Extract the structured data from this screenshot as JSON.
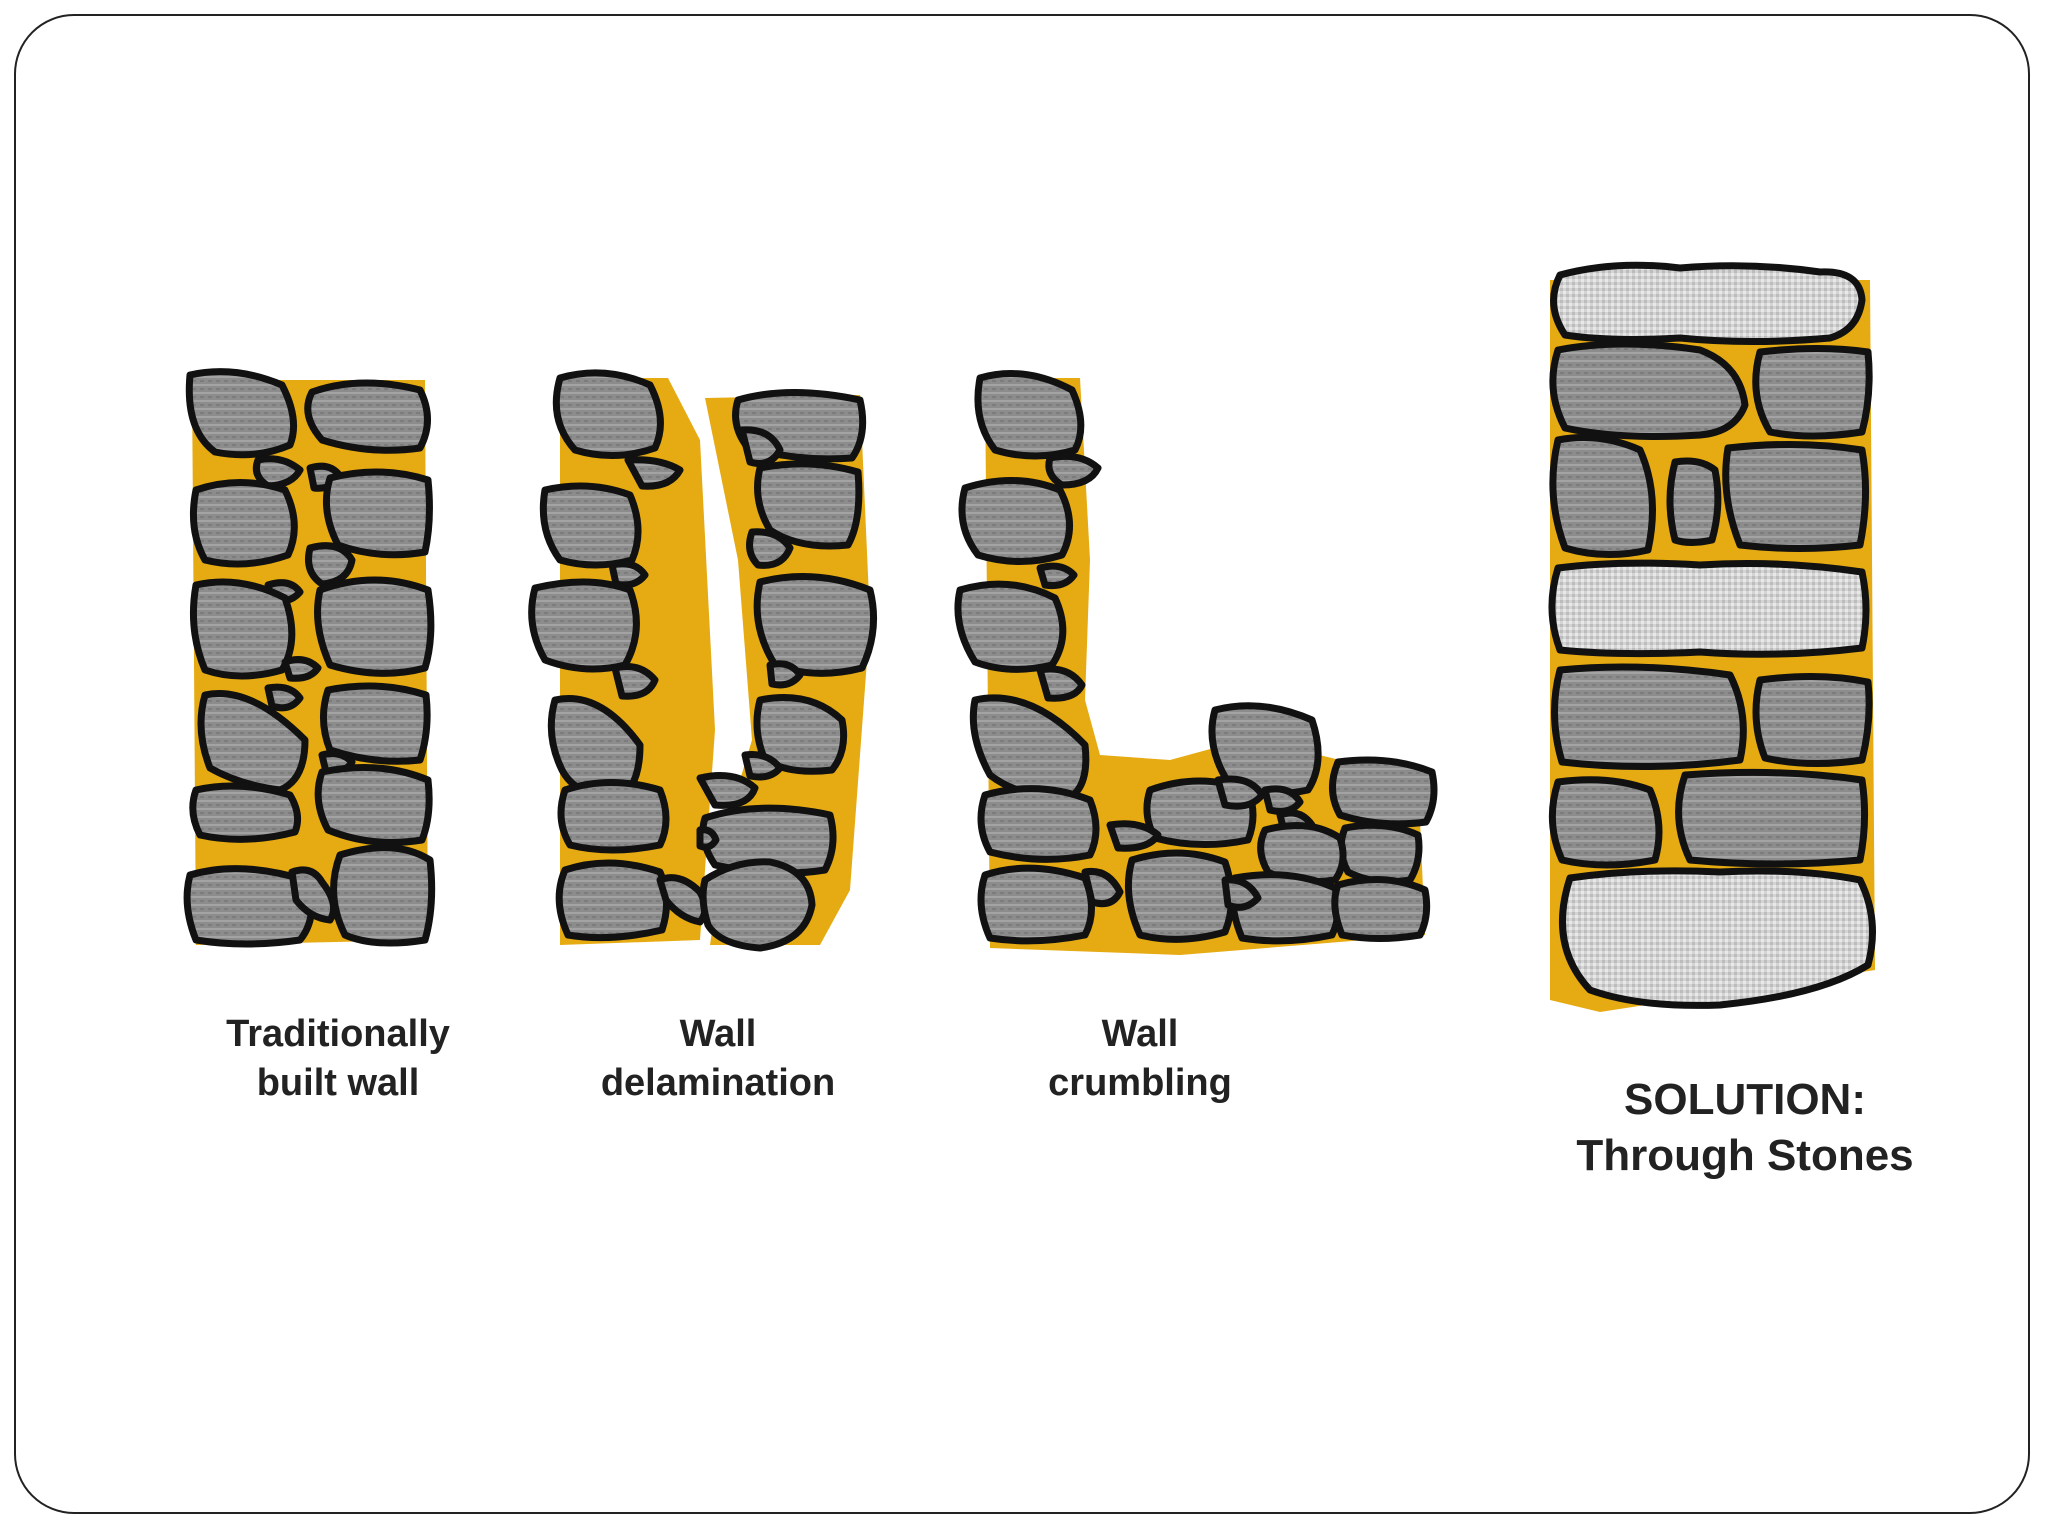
{
  "colors": {
    "mortar": "#e6aa12",
    "stone": "#8c8c8c",
    "through_stone": "#d2d2d2",
    "outline": "#111111",
    "background": "#ffffff"
  },
  "panels": [
    {
      "id": "traditional",
      "caption_lines": [
        "Traditionally",
        "built wall"
      ]
    },
    {
      "id": "delamination",
      "caption_lines": [
        "Wall",
        "delamination"
      ]
    },
    {
      "id": "crumbling",
      "caption_lines": [
        "Wall",
        "crumbling"
      ]
    },
    {
      "id": "solution",
      "caption_lines": [
        "SOLUTION:",
        "Through Stones"
      ]
    }
  ]
}
